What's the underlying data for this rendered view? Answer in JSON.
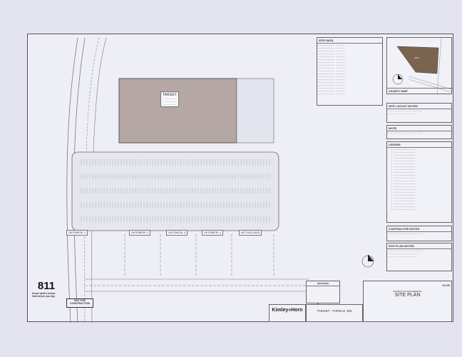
{
  "site_data": {
    "title": "SITE DATA"
  },
  "vicinity_map": {
    "title": "VICINITY MAP",
    "site_label": "SITE"
  },
  "site_layout_notes": {
    "title": "SITE LAYOUT NOTES"
  },
  "note": {
    "title": "NOTE"
  },
  "legend": {
    "title": "LEGEND"
  },
  "contractor_notes": {
    "title": "CONTRACTOR NOTES"
  },
  "site_plan_notes": {
    "title": "SITE PLAN NOTES"
  },
  "building": {
    "label": "TARGET"
  },
  "outparcels": [
    "OUTPARCEL 1",
    "OUTPARCEL 2",
    "OUTPARCEL 3",
    "OUTPARCEL 4",
    "NOT INCLUDED"
  ],
  "title_block": {
    "firm": "Kimley»Horn",
    "project": "TARGET - TUPELO, MS",
    "division": "DIVISION OF ENGINEERING",
    "sheet_title": "SITE PLAN",
    "sheet_number": "C2-00",
    "revisions_header": "REVISIONS"
  },
  "dig_logo": {
    "number": "811",
    "line1": "Know what's below.",
    "line2": "Call before you dig."
  },
  "stamp": {
    "line1": "NOT FOR",
    "line2": "CONSTRUCTION"
  },
  "colors": {
    "building": "#b5a8a4",
    "vicinity_site": "#7a6450",
    "paper": "#eeeef7"
  }
}
